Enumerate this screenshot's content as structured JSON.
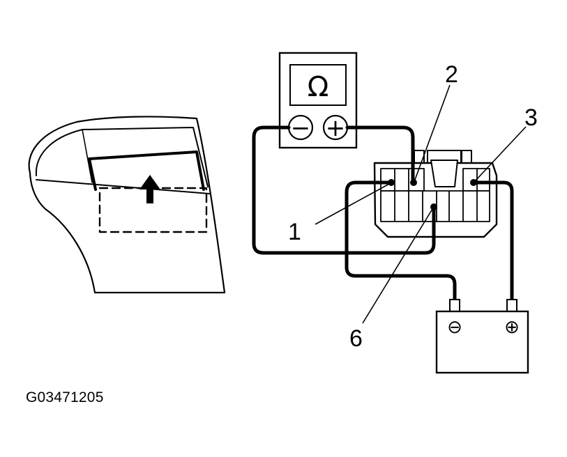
{
  "figure_id": "G03471205",
  "meter": {
    "symbol": "Ω",
    "neg_symbol": "−",
    "pos_symbol": "+"
  },
  "battery": {
    "neg_symbol": "⊖",
    "pos_symbol": "⊕"
  },
  "callouts": [
    {
      "id": "terminal-1",
      "label": "1"
    },
    {
      "id": "terminal-2",
      "label": "2"
    },
    {
      "id": "terminal-3",
      "label": "3"
    },
    {
      "id": "terminal-6",
      "label": "6"
    }
  ],
  "colors": {
    "ink": "#000000",
    "paper": "#ffffff"
  }
}
